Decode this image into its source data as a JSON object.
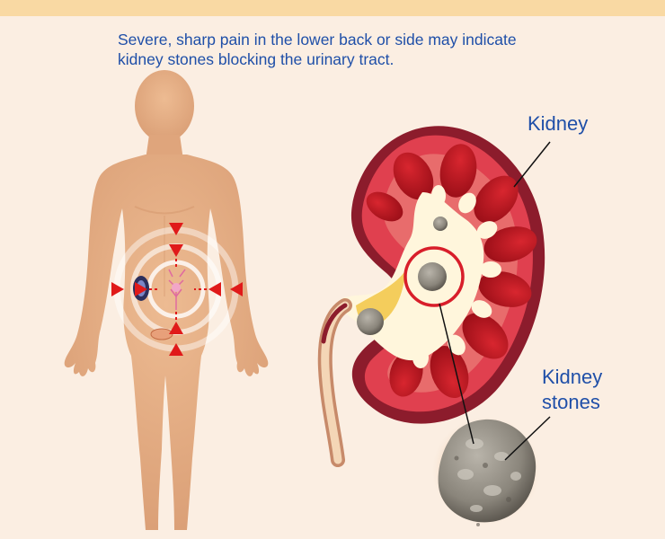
{
  "caption": {
    "line1": "Severe, sharp pain in the lower back or side may indicate",
    "line2": "kidney stones blocking the urinary tract."
  },
  "labels": {
    "kidney": "Kidney",
    "stones_line1": "Kidney",
    "stones_line2": "stones"
  },
  "colors": {
    "background": "#fbeee2",
    "top_band": "#f9d9a3",
    "text": "#1f4fa8",
    "skin": "#e9b187",
    "kidney_outer": "#8c1c2c",
    "kidney_cortex": "#e0404f",
    "pyramids": "#b5141d",
    "highlight_circle": "#d81e2a",
    "pain_arrows": "#e01a1a",
    "stone": "#8f8a80"
  },
  "icons": [
    "pain-arrow-icon",
    "mini-kidney-icon",
    "urinary-tract-icon"
  ]
}
